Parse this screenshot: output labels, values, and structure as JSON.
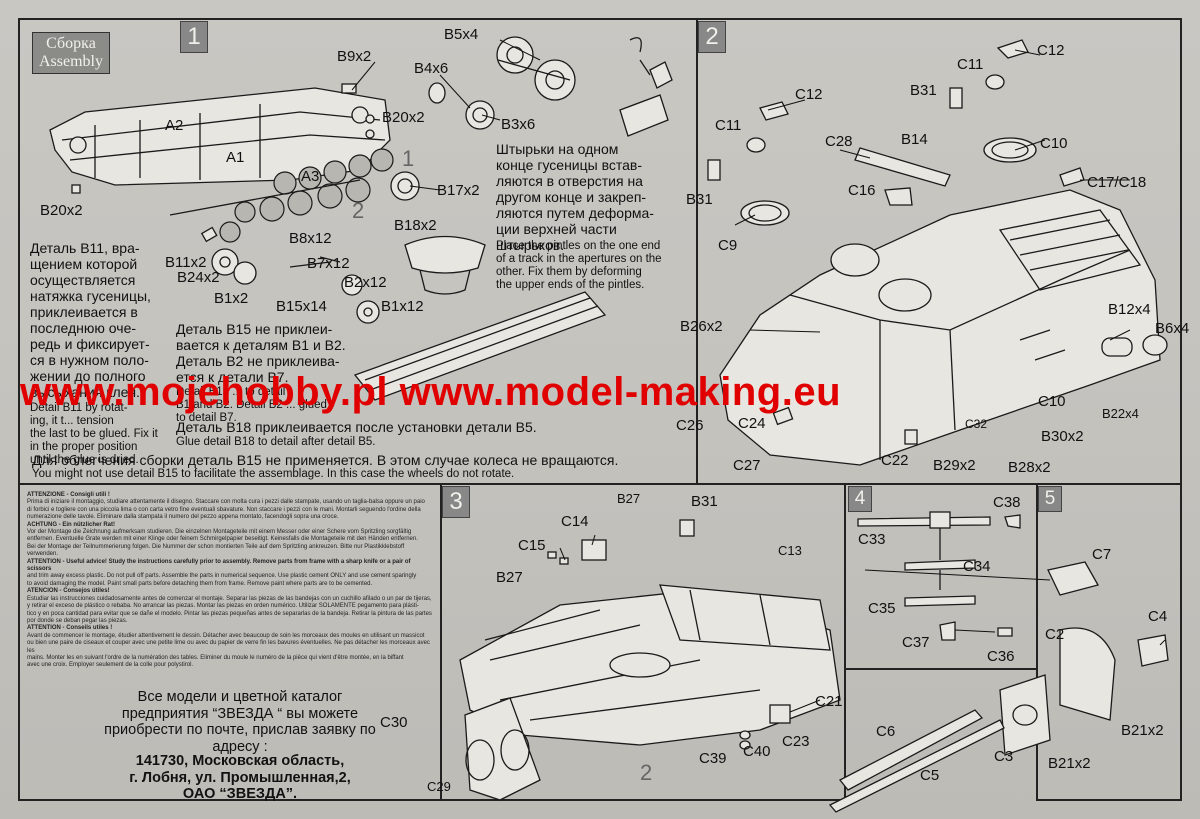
{
  "header": {
    "badge_ru": "Сборка",
    "badge_en": "Assembly"
  },
  "steps": [
    "1",
    "2",
    "3",
    "4",
    "5"
  ],
  "step1": {
    "labels": [
      "B9x2",
      "B5x4",
      "B4x6",
      "B20x2",
      "B3x6",
      "A2",
      "A1",
      "A3",
      "B17x2",
      "B20x2",
      "B18x2",
      "B8x12",
      "B11x2",
      "B24x2",
      "B7x12",
      "B2x12",
      "B1x2",
      "B15x14",
      "B1x12"
    ],
    "b11_ru": "Деталь B11, вра-\nщением которой\nосуществляется\nнатяжка гусеницы,\nприклеивается в\nпоследнюю оче-\nредь и фиксирует-\nся в нужном поло-\nжении до полного\nвысыхания клея.",
    "b11_en": "Detail B11 by rotat-\ning, it t... tension\nthe last to be glued. Fix it\nin the proper position\nuntil the glue is dried.",
    "b15_ru": "Деталь B15 не приклеи-\nвается к деталям B1 и B2.\nДеталь B2 не приклеива-\nется к детали B7.",
    "b15_en": "Detail B15 ... to detail\nB1 and B2. Detail B2 ... glued\nto detail B7.",
    "b18_ru": "Деталь B18 приклеивается после установки детали B5.",
    "b18_en": "Glue detail B18 to detail after detail B5.",
    "note_ru": "Для облегчения сборки деталь B15 не применяется. В этом случае колеса не вращаются.",
    "note_en": "You might not use detail B15 to facilitate the assemblage. In this case the wheels do not rotate.",
    "pins_ru": "Штырьки на одном\nконце гусеницы встав-\nляются в отверстия на\nдругом конце и закреп-\nляются путем деформа-\nции верхней части\nштырьков.",
    "pins_en": "Place the pintles on the one end\nof a track in the apertures on the\nother. Fix them by deforming\nthe upper ends of the pintles.",
    "sub_steps": [
      "1",
      "2"
    ]
  },
  "step2": {
    "labels": [
      "C12",
      "C11",
      "B31",
      "C12",
      "C11",
      "C28",
      "B14",
      "C10",
      "C16",
      "C17/C18",
      "B31",
      "C9",
      "B26x2",
      "B12x4",
      "B6x4",
      "C26",
      "C24",
      "C27",
      "C22",
      "C32",
      "B29x2",
      "B28x2",
      "B30x2",
      "B22x4",
      "C10"
    ]
  },
  "warnings": {
    "lines": [
      "ATTENZIONE - Consigli utili !",
      "Prima di iniziare il montaggio, studiare attentamente il disegno. Staccare con molta cura i pezzi dalle stampate, usando un taglia-balsa oppure un paio",
      "di forbici e togliere con una piccola lima o con carta vetro fine eventuali sbavature. Non staccare i pezzi con le mani. Montarli seguendo l'ordine della",
      "numerazione delle tavole. Eliminare dalla stampata il numero del pezzo appena montato, facendogli sopra una croce.",
      "ACHTUNG - Ein nützlicher Rat!",
      "Vor der Montage die Zeichnung aufmerksam studieren. Die einzelnen Montageteile mit einem Messer oder einer Schere vom Spritzling sorgfältig",
      "entfernen. Eventuelle Grate werden mit einer Klinge oder feinem Schmirgelpapier beseitigt. Keinesfalls die Montageteile mit den Händen entfernen.",
      "Bei der Montage der Teilnummerierung folgen. Die Nummer der schon montierten Teile auf dem Spritzling ankreuzen. Bitte nur Plastikklebstoff",
      "verwenden.",
      "ATTENTION - Useful advice! Study the instructions carefully prior to assembly. Remove parts from frame with a sharp knife or a pair of scissors",
      "and trim away excess plastic. Do not pull off parts. Assemble the parts in numerical sequence. Use plastic cement ONLY and use cement sparingly",
      "to avoid damaging the model. Paint small parts before detaching them from frame. Remove paint where parts are to be cemented.",
      "ATENCION - Consejos útiles!",
      "Estudiar las instrucciones cuidadosamente antes de comenzar el montaje. Separar las piezas de las bandejas con un cuchillo afilado o un par de tijeras,",
      "y retirar el exceso de plástico o rebaba. No arrancar las piezas. Montar las piezas en orden numérico. Utilizar SOLAMENTE pegamento para plásti-",
      "tico y en poca cantidad para evitar que se dañe el modelo. Pintar las piezas pequeñas antes de separarlas de la bandeja. Retirar la pintura de las partes",
      "por donde se deban pegar las piezas.",
      "ATTENTION - Conseils utiles !",
      "Avant de commencer le montage, étudier attentivement le dessin. Détacher avec beaucoup de soin les morceaux des moules en utilisant un massicot",
      "ou bien une paire de ciseaux et couper avec une petite lime ou avec du papier de verre fin les bavures éventuelles. Ne pas détacher les morceaux avec les",
      "mains. Monter les en suivant l'ordre de la numération des tables. Eliminer du moule le numéro de la pièce qui vient d'être montée, en la biffant",
      "avec une croix. Employer seulement de la colle pour polystirol."
    ],
    "catalog": "Все модели и цветной каталог\nпредприятия “ЗВЕЗДА “ вы можете\nприобрести по почте, прислав заявку по\nадресу :",
    "address": "141730, Московская область,\nг. Лобня, ул. Промышленная,2,\nОАО “ЗВЕЗДА”."
  },
  "step3": {
    "labels": [
      "B27",
      "B31",
      "C14",
      "C15",
      "C13",
      "B27",
      "C21",
      "C30",
      "C29",
      "C39",
      "C40",
      "C23"
    ],
    "sub_step": "2"
  },
  "step4": {
    "labels": [
      "C38",
      "C33",
      "C34",
      "C35",
      "C37",
      "C36"
    ]
  },
  "step5": {
    "labels": [
      "C7",
      "C4",
      "C2",
      "B21x2",
      "C6",
      "C3",
      "C5",
      "B21x2"
    ]
  },
  "watermark": "www.mojehobby.pl www.model-making.eu",
  "colors": {
    "paper": "#c7c5c0",
    "ink": "#1a1a1a",
    "watermark": "#e00000",
    "step_box": "#888888"
  }
}
